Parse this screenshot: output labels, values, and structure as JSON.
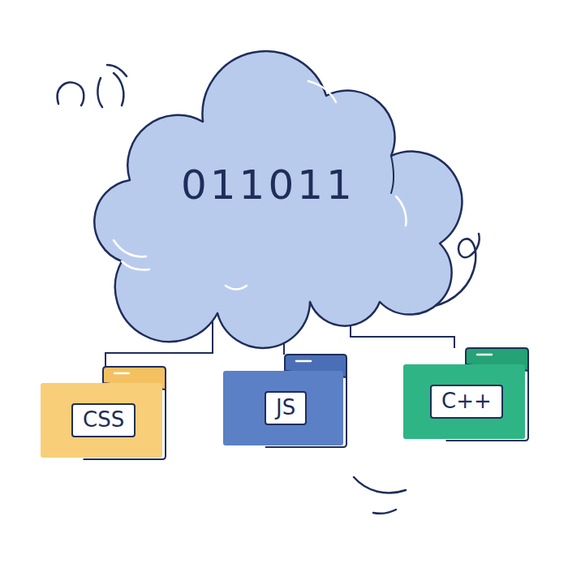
{
  "diagram": {
    "nodes": [
      {
        "text": [
          "011011"
        ]
      },
      {
        "text": [
          "CSS"
        ]
      },
      {
        "text": [
          "JS"
        ]
      },
      {
        "text": [
          "C++"
        ]
      }
    ],
    "edges": [
      {
        "from": 0,
        "to": 1,
        "arrow": "none"
      },
      {
        "from": 0,
        "to": 2,
        "arrow": "none"
      },
      {
        "from": 0,
        "to": 3,
        "arrow": "none"
      }
    ]
  }
}
